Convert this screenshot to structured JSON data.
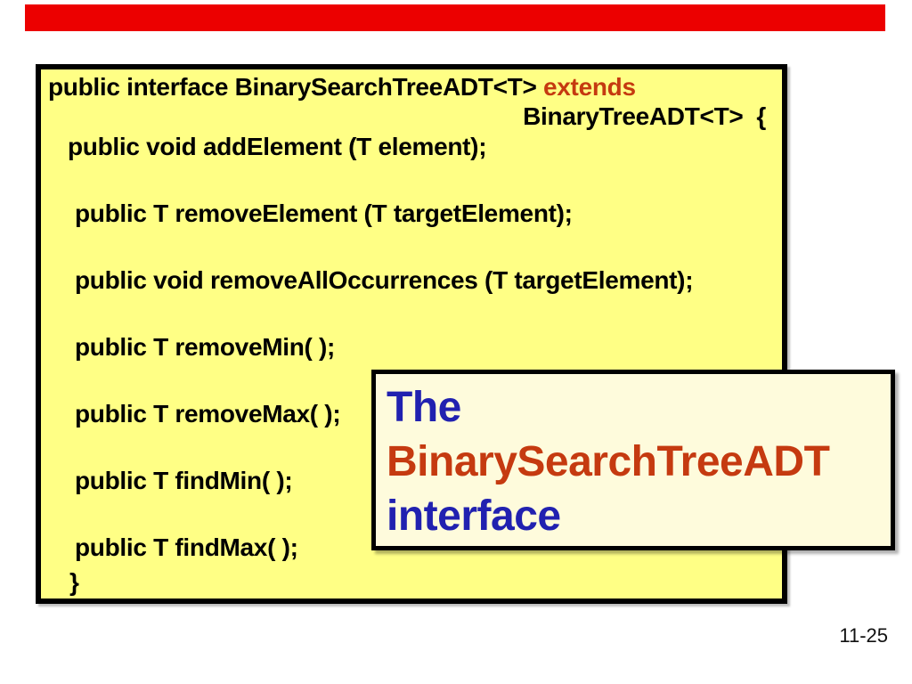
{
  "slide": {
    "page_number": "11-25",
    "background_color": "#FFFFFF",
    "top_bar_color": "#EC0000"
  },
  "code_box": {
    "background_color": "#FFFF85",
    "border_color": "#000000",
    "keyword_color": "#C53A10",
    "declaration_black": "public interface BinarySearchTreeADT<T> ",
    "declaration_keyword": "extends",
    "declaration_continuation": "BinaryTreeADT<T>  {",
    "methods": [
      "public void addElement (T element);",
      "public T removeElement (T targetElement);",
      "public void removeAllOccurrences (T targetElement);",
      "public T removeMin( );",
      "public T removeMax( );",
      "public T findMin( );",
      "public T findMax( );"
    ],
    "closing_brace": "}"
  },
  "callout": {
    "background_color": "#FEFBDC",
    "border_color": "#000000",
    "primary_text_color": "#2121B0",
    "highlight_text_color": "#C53A10",
    "line1": "The",
    "line2": "BinarySearchTreeADT",
    "line3": "interface"
  }
}
